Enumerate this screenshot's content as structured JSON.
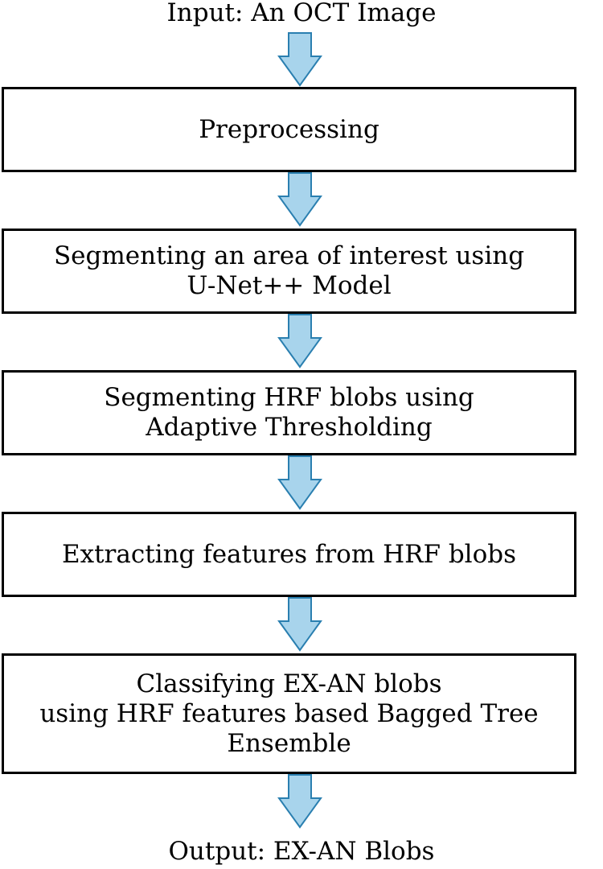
{
  "diagram": {
    "input_label": "Input: An OCT Image",
    "output_label": "Output: EX-AN Blobs",
    "steps": [
      {
        "lines": [
          "Preprocessing"
        ]
      },
      {
        "lines": [
          "Segmenting an area of interest using",
          "U-Net++ Model"
        ]
      },
      {
        "lines": [
          "Segmenting HRF blobs using",
          "Adaptive Thresholding"
        ]
      },
      {
        "lines": [
          "Extracting features from HRF blobs"
        ]
      },
      {
        "lines": [
          "Classifying EX-AN blobs",
          "using HRF features based Bagged Tree",
          "Ensemble"
        ]
      }
    ],
    "colors": {
      "arrow_fill": "#a8d4ec",
      "arrow_stroke": "#2a7fb0",
      "box_border": "#000000"
    }
  }
}
